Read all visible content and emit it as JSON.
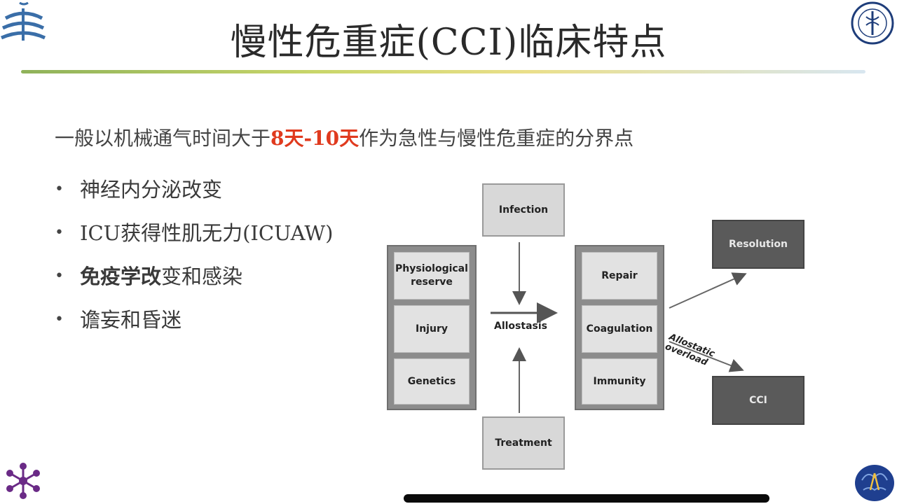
{
  "slide": {
    "title": "慢性危重症(CCI)临床特点",
    "intro_prefix": "一般以机械通气时间大于",
    "intro_highlight": "8天-10天",
    "intro_suffix": "作为急性与慢性危重症的分界点",
    "bullets": [
      {
        "text": "神经内分泌改变",
        "bold_part": ""
      },
      {
        "text": "ICU获得性肌无力(ICUAW)",
        "bold_part": ""
      },
      {
        "bold_part": "免疫学改",
        "text": "变和感染"
      },
      {
        "text": "谵妄和昏迷",
        "bold_part": ""
      }
    ],
    "bullet_glyph": "•"
  },
  "diagram": {
    "left_group": [
      "Physiological reserve",
      "Injury",
      "Genetics"
    ],
    "infection": "Infection",
    "treatment": "Treatment",
    "allostasis": "Allostasis",
    "right_group": [
      "Repair",
      "Coagulation",
      "Immunity"
    ],
    "resolution": "Resolution",
    "cci": "CCI",
    "allostatic_overload_line1": "Allostatic",
    "allostatic_overload_line2": "overload"
  },
  "icons": {
    "top_left": "hospital-logo-icon",
    "top_right": "university-seal-icon",
    "bottom_left": "molecule-icon",
    "bottom_right": "brain-logo-icon"
  },
  "colors": {
    "highlight": "#e03a1e",
    "box_light": "#d8d8d8",
    "box_dark": "#5a5a5a"
  }
}
